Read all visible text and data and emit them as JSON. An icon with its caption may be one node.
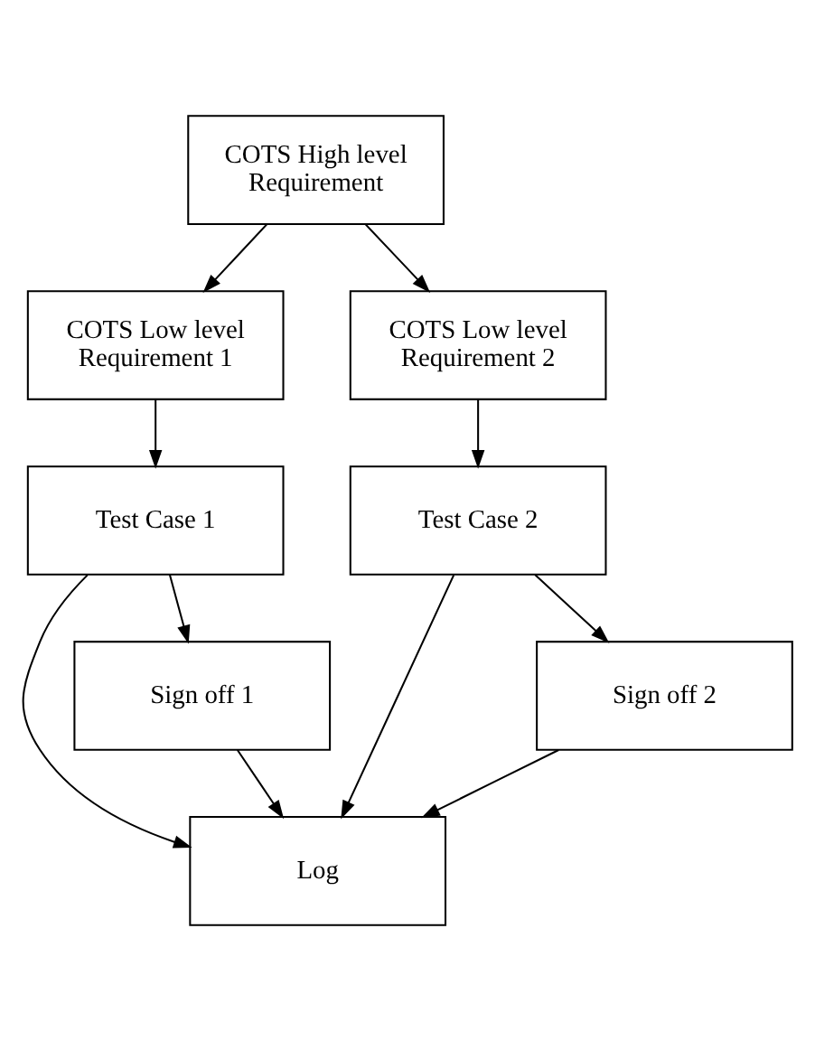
{
  "diagram": {
    "nodes": [
      {
        "text": [
          "COTS High level Requirement"
        ]
      },
      {
        "text": [
          "COTS Low level Requirement 1"
        ]
      },
      {
        "text": [
          "COTS Low level Requirement 2"
        ]
      },
      {
        "text": [
          "Test Case 1"
        ]
      },
      {
        "text": [
          "Test Case 2"
        ]
      },
      {
        "text": [
          "Log"
        ]
      },
      {
        "text": [
          "Sign off 1"
        ]
      },
      {
        "text": [
          "Sign off 2"
        ]
      }
    ],
    "edges": [
      {
        "from": 0,
        "to": 1,
        "arrow": "to"
      },
      {
        "from": 0,
        "to": 2,
        "arrow": "to"
      },
      {
        "from": 1,
        "to": 3,
        "arrow": "to"
      },
      {
        "from": 2,
        "to": 4,
        "arrow": "to"
      },
      {
        "from": 3,
        "to": 5,
        "arrow": "to"
      },
      {
        "from": 4,
        "to": 5,
        "arrow": "to"
      },
      {
        "from": 3,
        "to": 6,
        "arrow": "to"
      },
      {
        "from": 4,
        "to": 7,
        "arrow": "to"
      },
      {
        "from": 6,
        "to": 5,
        "arrow": "to"
      },
      {
        "from": 7,
        "to": 5,
        "arrow": "to"
      }
    ]
  }
}
